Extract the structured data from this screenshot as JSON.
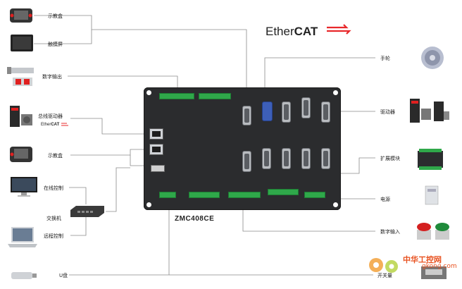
{
  "brand": {
    "ether": "Ether",
    "cat": "CAT",
    "color": "#e8282b"
  },
  "model": "ZMC408CE",
  "left_labels": {
    "teach_pendant_1": "示教盒",
    "touch_screen": "触摸屏",
    "digital_output": "数字输出",
    "bus_driver": "总线驱动器",
    "teach_pendant_2": "示教盒",
    "online_control": "在线控制",
    "switch": "交换机",
    "remote_control": "远程控制",
    "u_disk": "U盘"
  },
  "small_brand": {
    "ether": "Ether",
    "cat": "CAT"
  },
  "right_labels": {
    "handwheel": "手轮",
    "driver": "驱动器",
    "expansion_module": "扩展模块",
    "power": "电源",
    "digital_input": "数字输入",
    "switch_partial": "开关量"
  },
  "watermark": {
    "line1": "中华工控网",
    "line2": "gkong.com"
  },
  "colors": {
    "board": "#2b2c2e",
    "terminal": "#2fa84a",
    "wire": "#7a7a7a",
    "dot": "#e02020"
  }
}
